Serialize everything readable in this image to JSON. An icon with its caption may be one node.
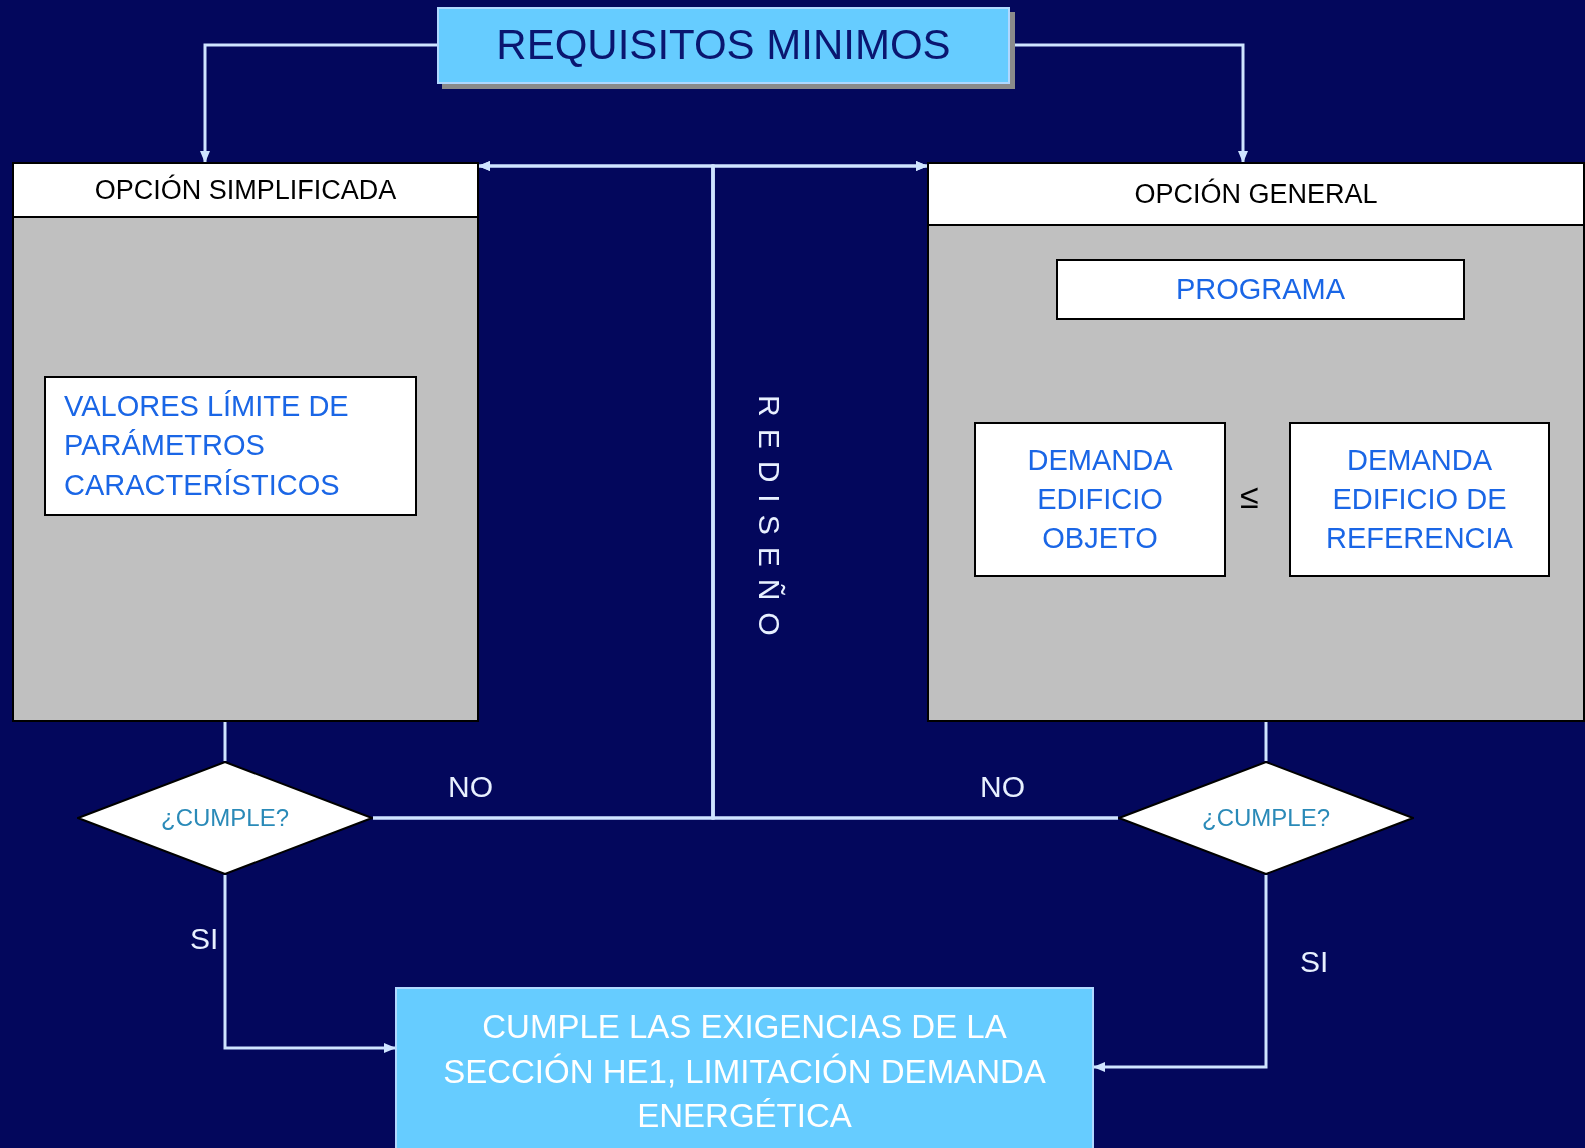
{
  "diagram": {
    "nodes": [
      {
        "text": [
          "REQUISITOS MINIMOS"
        ]
      },
      {
        "text": [
          "OPCIÓN SIMPLIFICADA"
        ]
      },
      {
        "text": [
          "VALORES LÍMITE DE PARÁMETROS CARACTERÍSTICOS"
        ],
        "in": 1
      },
      {
        "text": [
          "OPCIÓN GENERAL"
        ]
      },
      {
        "text": [
          "PROGRAMA"
        ],
        "in": 3
      },
      {
        "text": [
          "DEMANDA EDIFICIO OBJETO"
        ],
        "in": 3
      },
      {
        "text": [
          "DEMANDA EDIFICIO DE REFERENCIA"
        ],
        "in": 3
      },
      {
        "text": [
          "¿CUMPLE?"
        ]
      },
      {
        "text": [
          "¿CUMPLE?"
        ]
      },
      {
        "text": [
          "CUMPLE LAS EXIGENCIAS DE LA SECCIÓN HE1, LIMITACIÓN DEMANDA ENERGÉTICA"
        ]
      }
    ],
    "edges": [
      {
        "from": 0,
        "to": 1,
        "arrow": "to"
      },
      {
        "from": 0,
        "to": 3,
        "arrow": "to"
      },
      {
        "from": 1,
        "to": 7,
        "arrow": "none"
      },
      {
        "from": 3,
        "to": 8,
        "arrow": "none"
      },
      {
        "from": 7,
        "to": 1,
        "arrow": "to",
        "label": "NO"
      },
      {
        "from": 7,
        "to": 3,
        "arrow": "to"
      },
      {
        "from": 8,
        "to": 1,
        "arrow": "to",
        "label": "NO"
      },
      {
        "from": 8,
        "to": 3,
        "arrow": "to"
      },
      {
        "from": 7,
        "to": 9,
        "arrow": "to",
        "label": "SI"
      },
      {
        "from": 8,
        "to": 9,
        "arrow": "to",
        "label": "SI"
      }
    ],
    "labels": [
      "REDISEÑO",
      "≤"
    ]
  }
}
